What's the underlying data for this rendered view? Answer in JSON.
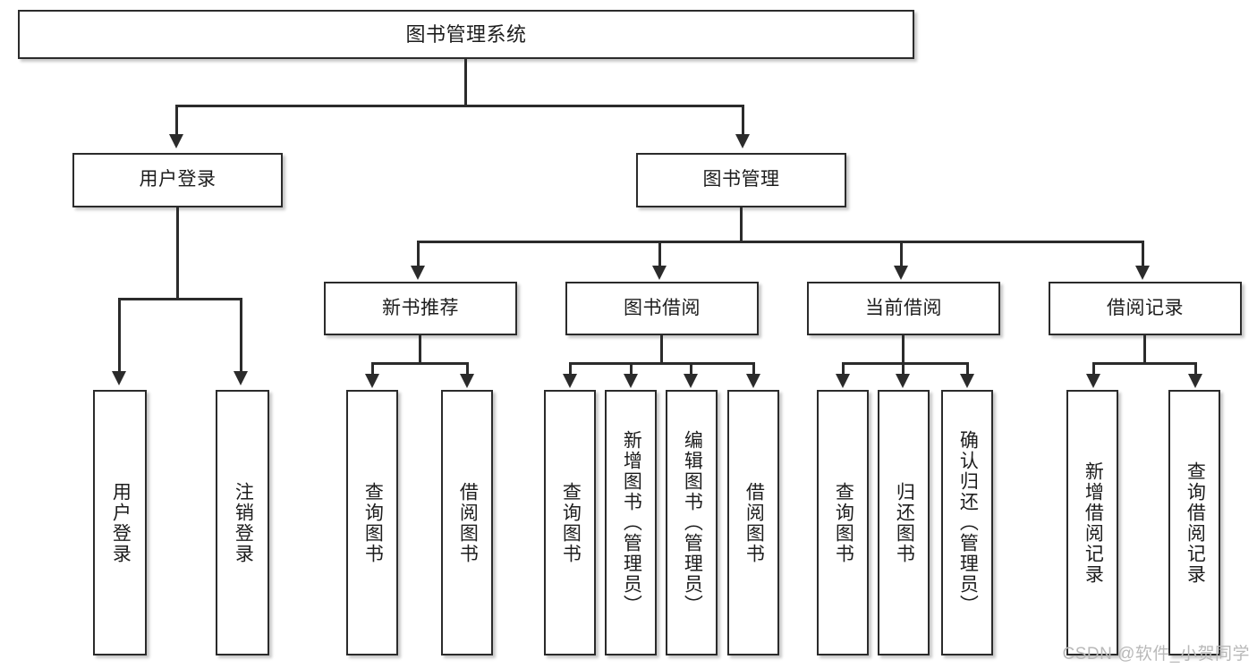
{
  "diagram": {
    "title": "图书管理系统",
    "watermark": "CSDN @软件_小贺同学",
    "colors": {
      "box_border": "#2b2b2b",
      "box_fill": "#ffffff",
      "text": "#1d1d1d",
      "connector": "#2b2b2b",
      "watermark": "#b9b9b9",
      "background": "#ffffff"
    },
    "root": {
      "label": "图书管理系统"
    },
    "level1": [
      {
        "label": "用户登录"
      },
      {
        "label": "图书管理"
      }
    ],
    "level2": [
      {
        "label": "新书推荐"
      },
      {
        "label": "图书借阅"
      },
      {
        "label": "当前借阅"
      },
      {
        "label": "借阅记录"
      }
    ],
    "leaves": {
      "user_login": [
        {
          "label": "用户登录"
        },
        {
          "label": "注销登录"
        }
      ],
      "new_book_recommend": [
        {
          "label": "查询图书"
        },
        {
          "label": "借阅图书"
        }
      ],
      "book_borrow": [
        {
          "label": "查询图书"
        },
        {
          "label": "新增图书（管理员）"
        },
        {
          "label": "编辑图书（管理员）"
        },
        {
          "label": "借阅图书"
        }
      ],
      "current_borrow": [
        {
          "label": "查询图书"
        },
        {
          "label": "归还图书"
        },
        {
          "label": "确认归还（管理员）"
        }
      ],
      "borrow_record": [
        {
          "label": "新增借阅记录"
        },
        {
          "label": "查询借阅记录"
        }
      ]
    }
  }
}
